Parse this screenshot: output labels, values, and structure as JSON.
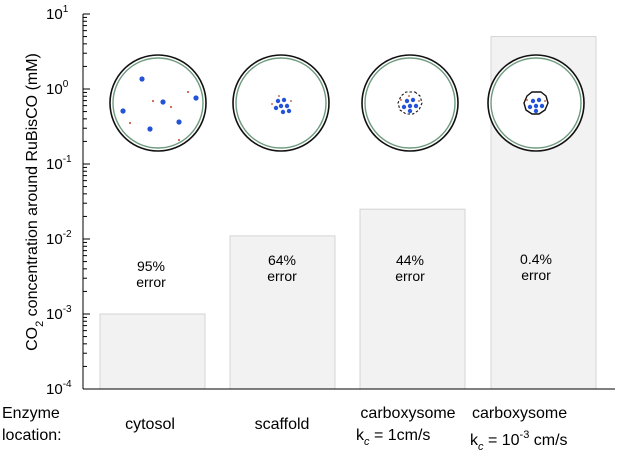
{
  "chart_data": {
    "type": "bar",
    "yscale": "log",
    "ylim": [
      0.0001,
      10
    ],
    "ylabel": {
      "prefix": "CO",
      "sub": "2",
      "suffix": " concentration around RuBisCO (mM)"
    },
    "yticks": [
      {
        "base": "10",
        "exp": "1"
      },
      {
        "base": "10",
        "exp": "0"
      },
      {
        "base": "10",
        "exp": "-1"
      },
      {
        "base": "10",
        "exp": "-2"
      },
      {
        "base": "10",
        "exp": "-3"
      },
      {
        "base": "10",
        "exp": "-4"
      }
    ],
    "grid": false,
    "bar_color": "#f2f2f2",
    "categories": [
      "cytosol",
      "scaffold",
      "carboxysome k_c = 1 cm/s",
      "carboxysome k_c = 10^-3 cm/s"
    ],
    "values": [
      0.001,
      0.011,
      0.025,
      5.0
    ],
    "error_labels": [
      {
        "pct": "95%",
        "word": "error"
      },
      {
        "pct": "64%",
        "word": "error"
      },
      {
        "pct": "44%",
        "word": "error"
      },
      {
        "pct": "0.4%",
        "word": "error"
      }
    ]
  },
  "x_side_label": {
    "line1": "Enzyme",
    "line2": "location:"
  },
  "category_labels": [
    {
      "line1": "cytosol",
      "line2": ""
    },
    {
      "line1": "scaffold",
      "line2": ""
    },
    {
      "line1": "carboxysome",
      "k": "k",
      "c": "c",
      "eq": " = 1cm/s"
    },
    {
      "line1": "carboxysome",
      "k": "k",
      "c": "c",
      "eq_pre": " = 10",
      "eq_exp": "-3",
      "eq_post": " cm/s"
    }
  ],
  "colors": {
    "rubisco": "#2453d8",
    "co2": "#c8401e",
    "cell_wall": "#6e9a7e"
  }
}
